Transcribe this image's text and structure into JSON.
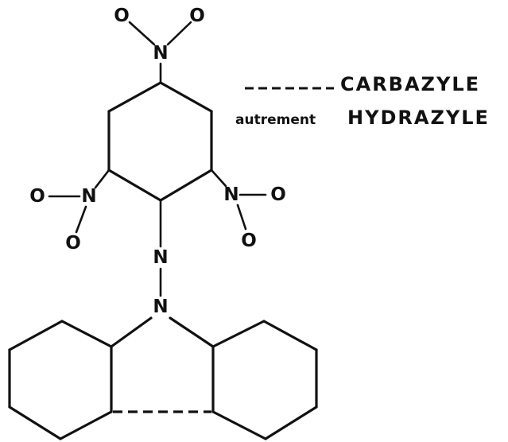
{
  "atoms": {
    "nitrogen": "N",
    "oxygen": "O"
  },
  "caption": {
    "dashes": "------",
    "line1_name": "CARBAZYLE",
    "line2_prefix": "autrement",
    "line2_name": "HYDRAZYLE"
  }
}
